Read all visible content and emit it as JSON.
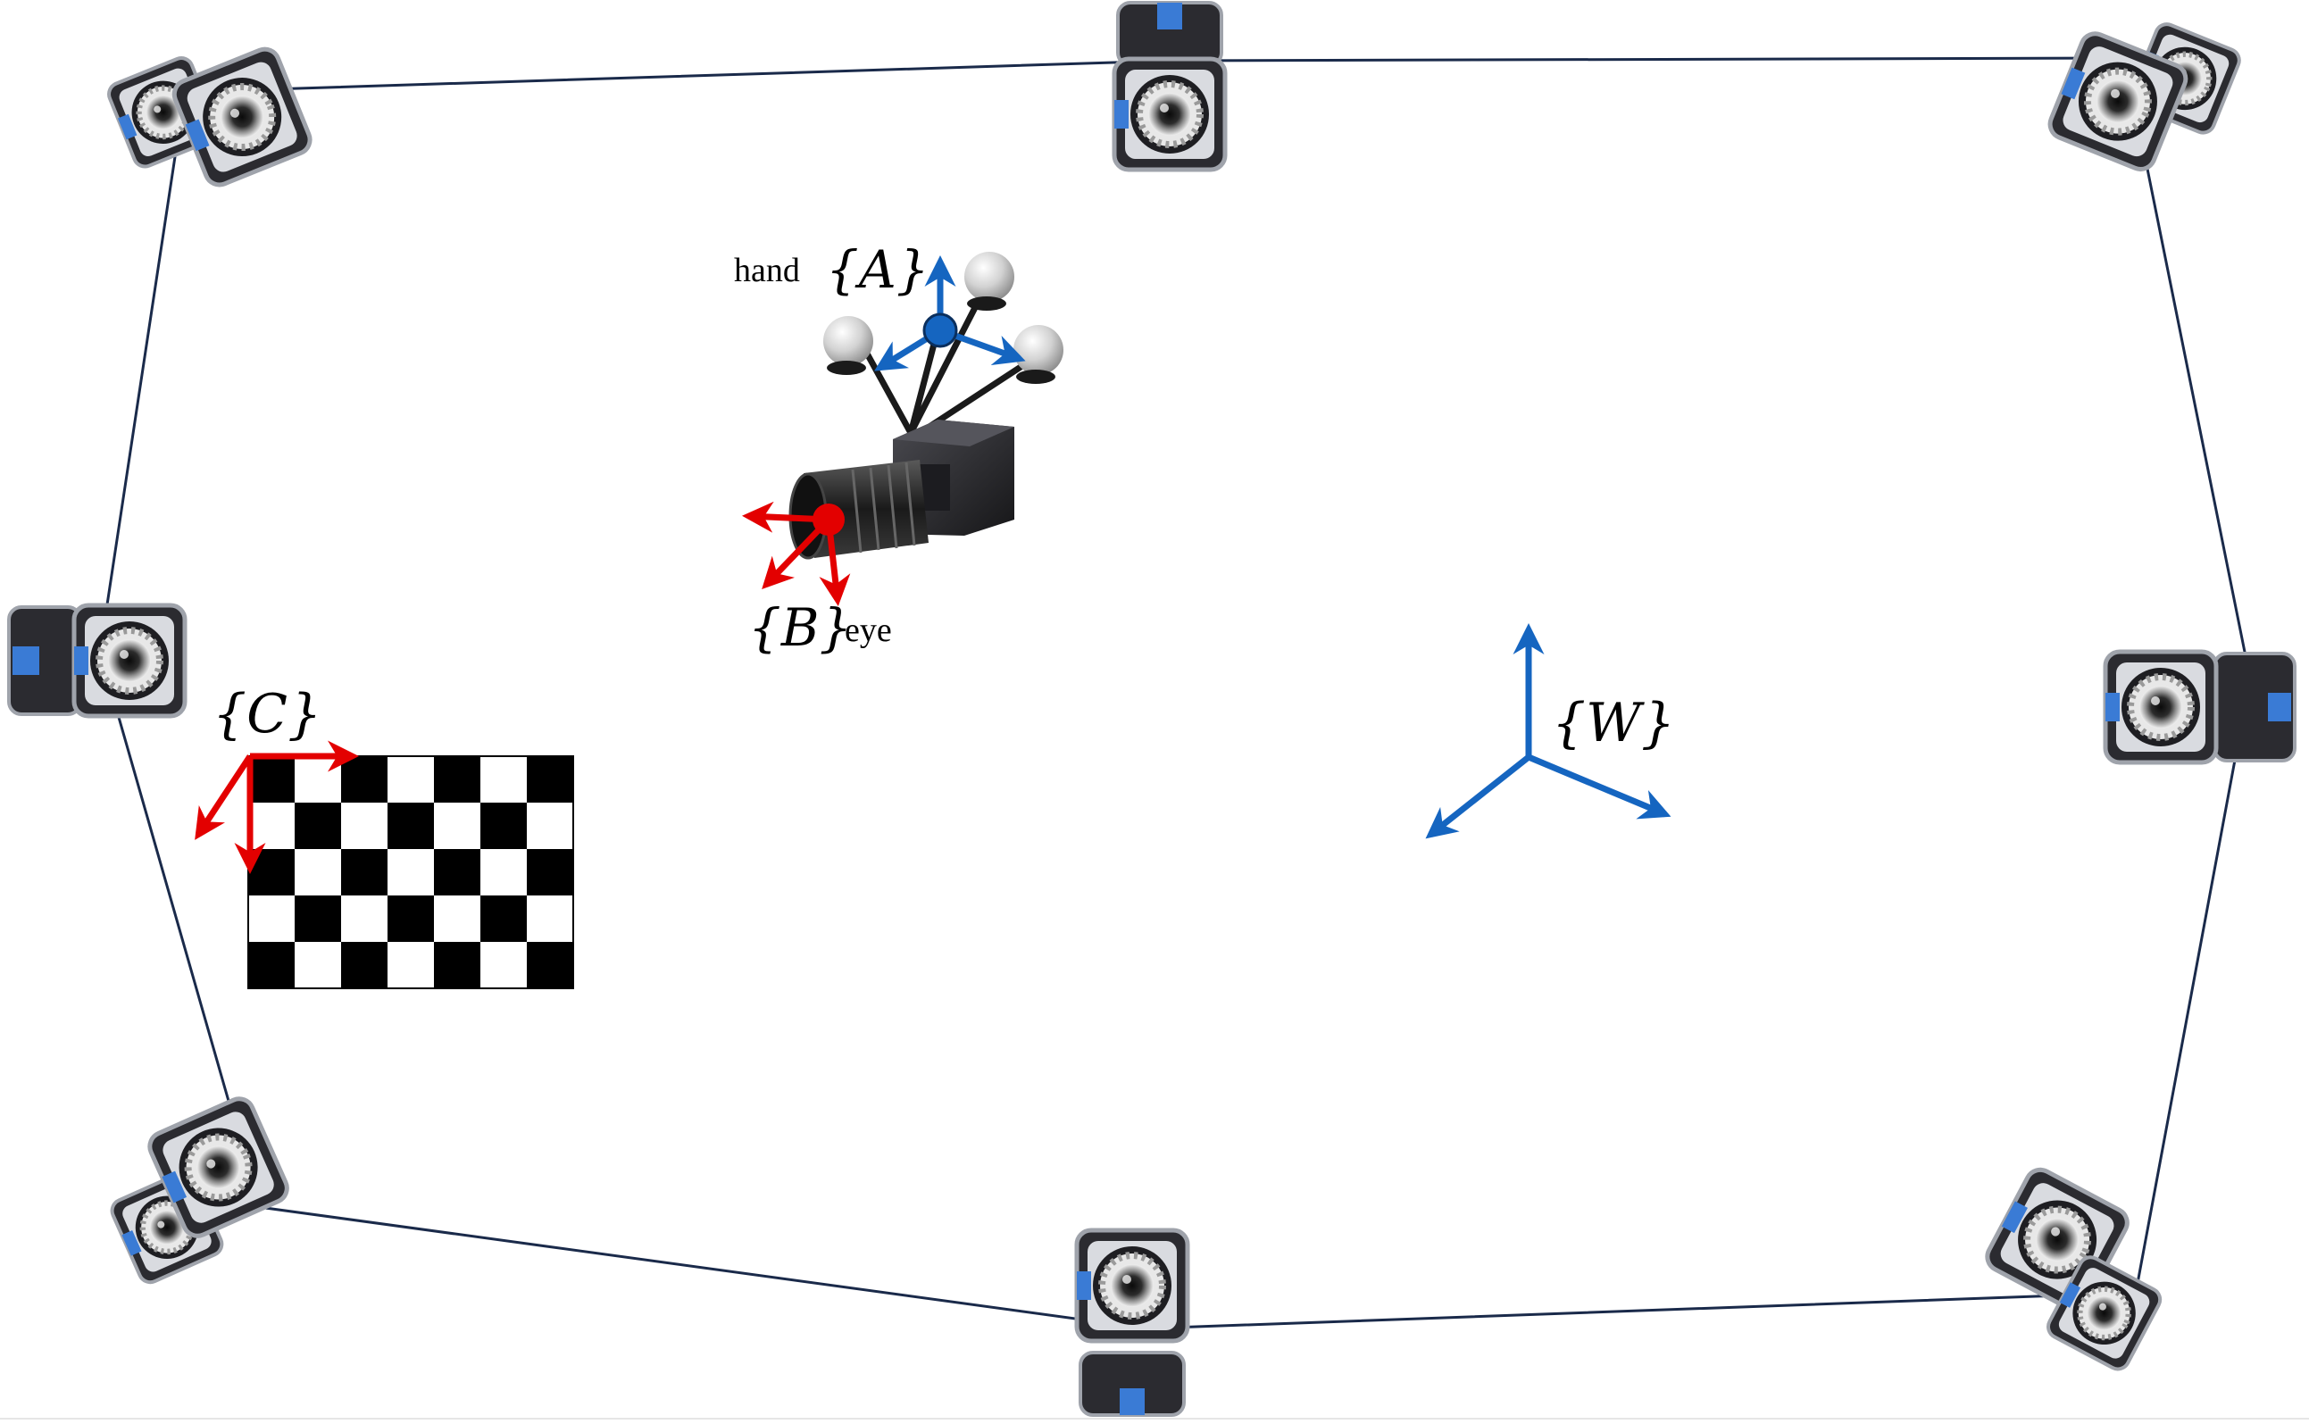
{
  "frames": {
    "hand": {
      "word": "hand",
      "symbol": "{A}",
      "color": "#1565c0"
    },
    "eye": {
      "word": "eye",
      "symbol": "{B}",
      "color": "#e30000"
    },
    "calibration": {
      "symbol": "{C}",
      "color": "#e30000"
    },
    "world": {
      "symbol": "{W}",
      "color": "#1565c0"
    }
  },
  "checkerboard": {
    "rows": 5,
    "cols": 7,
    "dark": "#000000",
    "light": "#ffffff"
  },
  "camera_ring": {
    "count": 8,
    "line_color": "#1a2a4a"
  },
  "colors": {
    "body_dark": "#2a2a2e",
    "body_light": "#d9dbe0",
    "accent": "#3a7bd5",
    "marker": "#d8d8d8"
  }
}
